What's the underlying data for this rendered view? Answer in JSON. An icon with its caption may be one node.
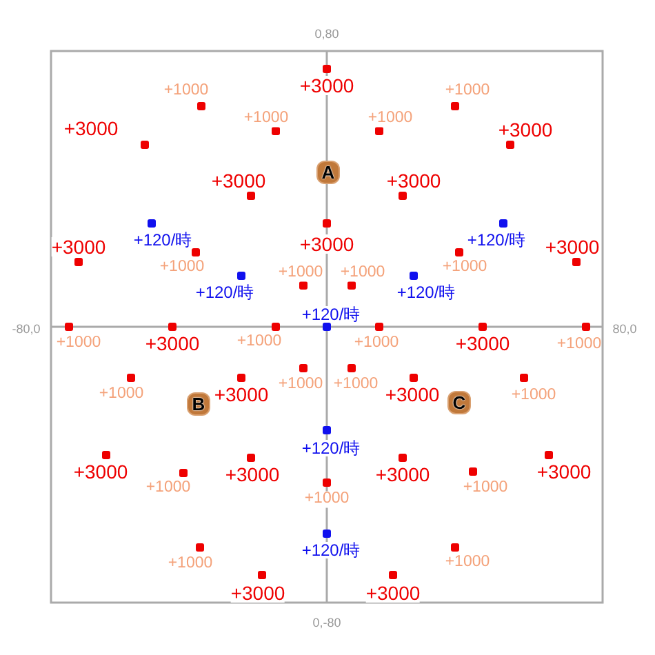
{
  "diagram": {
    "nodes": [
      {
        "text": [
          "A"
        ]
      },
      {
        "text": [
          "B"
        ]
      },
      {
        "text": [
          "C"
        ]
      }
    ],
    "labels": [
      "0,80",
      "+1000",
      "+3000",
      "+1000",
      "+3000",
      "+1000",
      "+1000",
      "+3000",
      "+3000",
      "+3000",
      "+3000",
      "+120/時",
      "+3000",
      "+120/時",
      "+3000",
      "+1000",
      "+1000",
      "+1000",
      "+1000",
      "+120/時",
      "+120/時",
      "+120/時",
      "-80,0",
      "+1000",
      "+3000",
      "+1000",
      "+1000",
      "+3000",
      "+1000",
      "80,0",
      "+1000",
      "+3000",
      "+1000",
      "+1000",
      "+3000",
      "+1000",
      "+120/時",
      "+3000",
      "+1000",
      "+3000",
      "+3000",
      "+1000",
      "+3000",
      "+1000",
      "+120/時",
      "+1000",
      "+1000",
      "+3000",
      "+3000",
      "0,-80"
    ]
  }
}
